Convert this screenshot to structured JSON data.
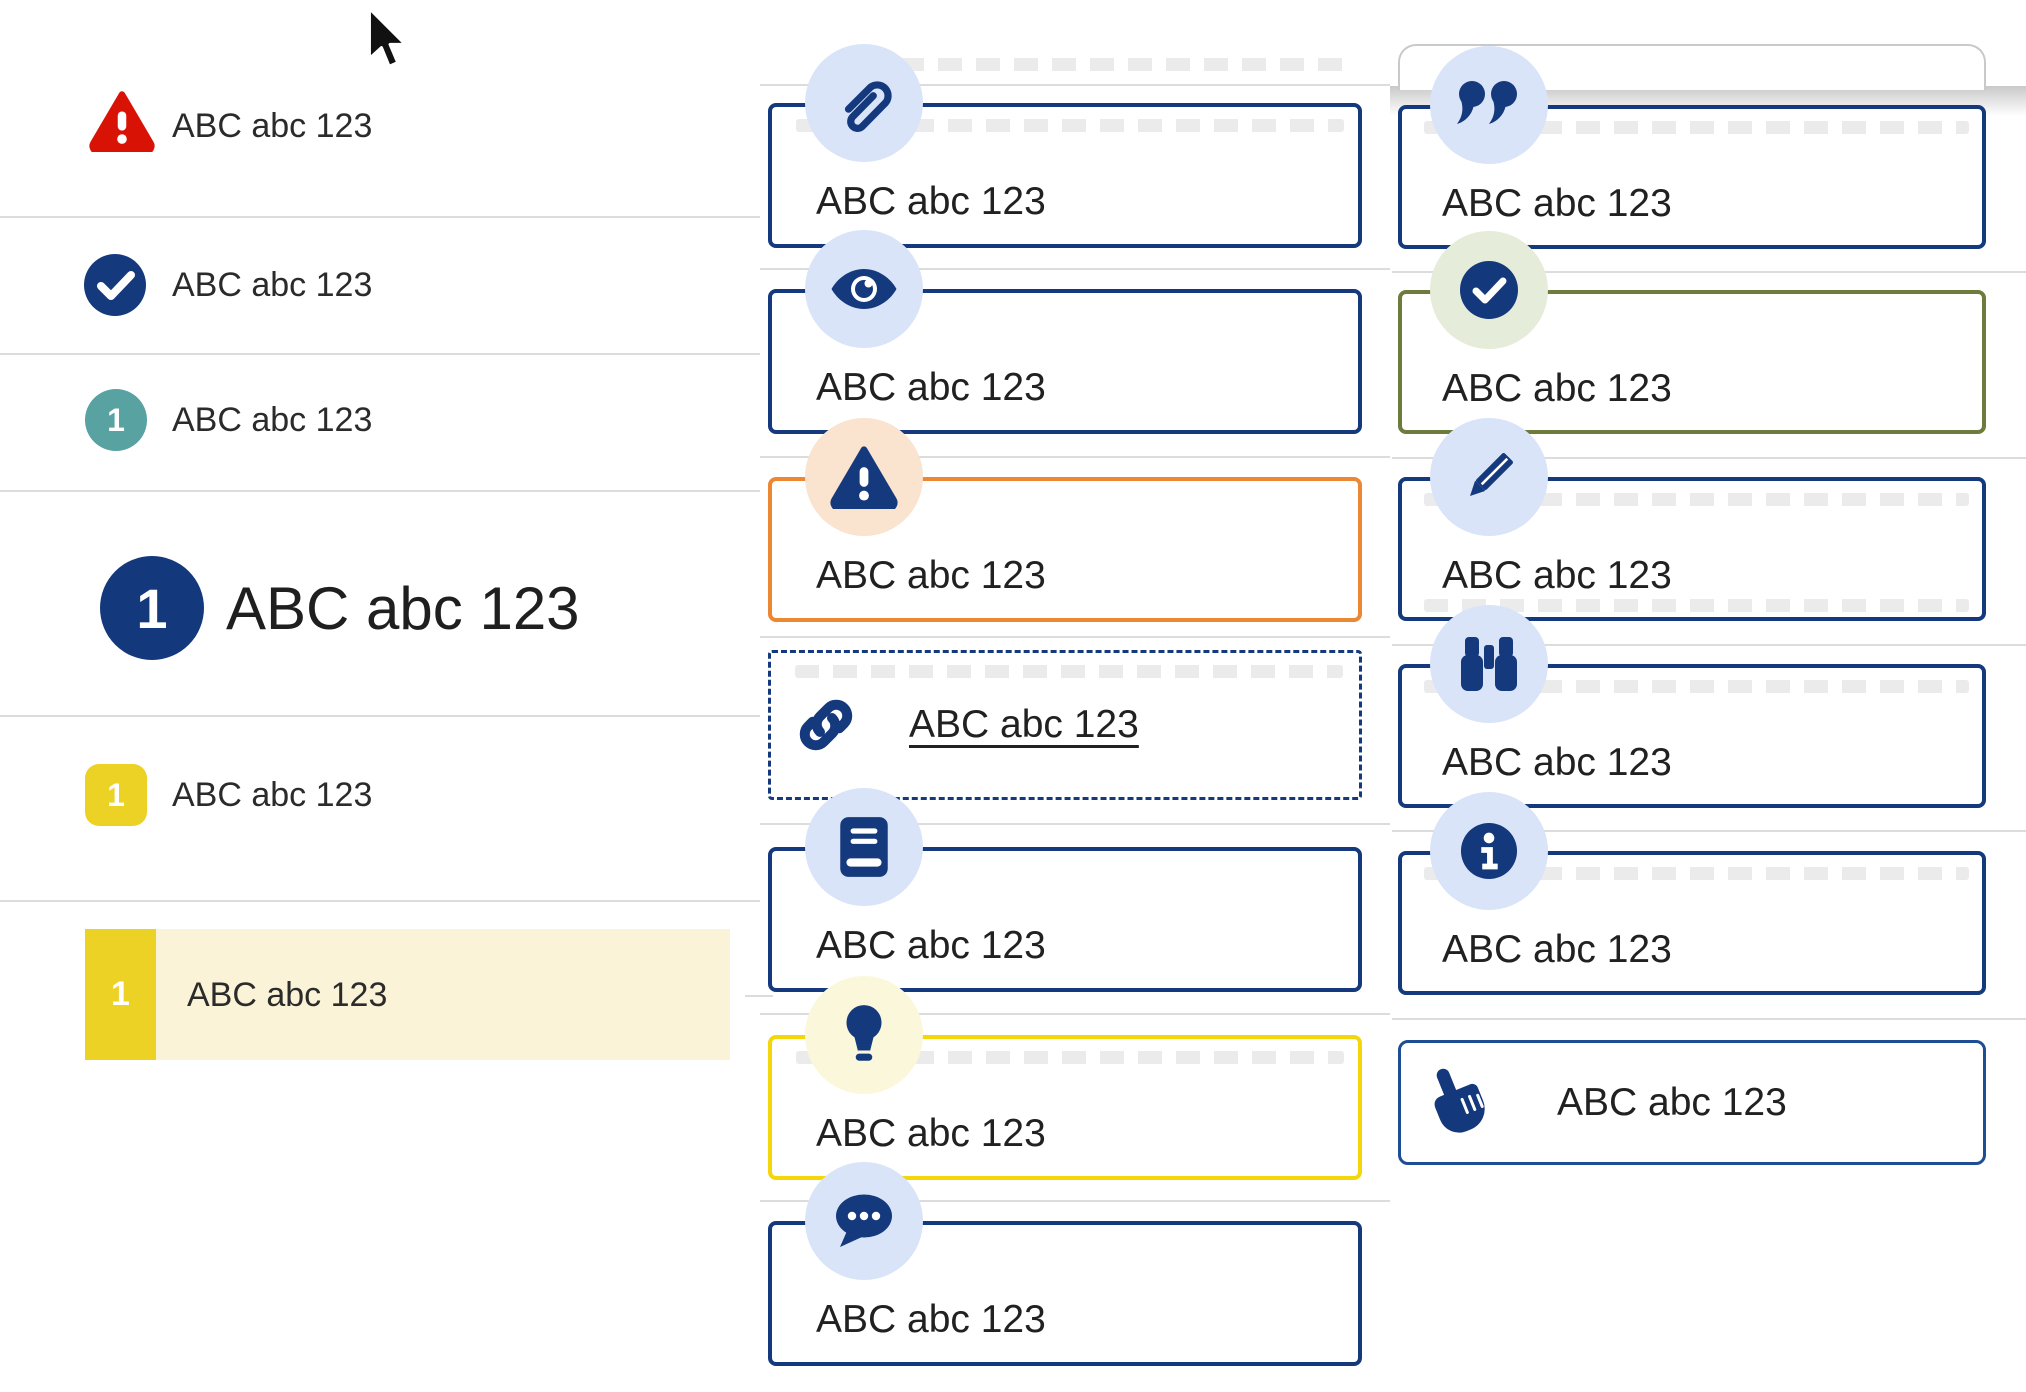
{
  "page": {
    "background": "#ffffff"
  },
  "colors": {
    "navy": "#15397d",
    "pale_blue": "#d9e4f8",
    "red": "#d81204",
    "teal": "#58a2a2",
    "yellow": "#edd226",
    "row_highlight": "#faf3d7",
    "orange": "#ec8733",
    "pale_orange": "#fae3cf",
    "olive": "#6d7b3c",
    "pale_green": "#e5ecd9",
    "bright_yellow": "#f3d70b",
    "pale_yellow": "#fbf7da"
  },
  "left": {
    "items": [
      {
        "icon": "alert-triangle-icon",
        "label": "ABC abc 123"
      },
      {
        "icon": "check-circle-icon",
        "label": "ABC abc 123"
      },
      {
        "icon": "number-badge-teal",
        "number": "1",
        "label": "ABC abc 123"
      },
      {
        "icon": "number-badge-navy-large",
        "number": "1",
        "label": "ABC abc 123"
      },
      {
        "icon": "number-badge-yellow",
        "number": "1",
        "label": "ABC abc 123"
      },
      {
        "icon": "number-badge-yellow",
        "number": "1",
        "label": "ABC abc 123",
        "highlighted": true
      }
    ]
  },
  "middle": {
    "callouts": [
      {
        "icon": "paperclip-icon",
        "variant": "attachment",
        "label": "ABC abc 123"
      },
      {
        "icon": "eye-icon",
        "variant": "visibility",
        "label": "ABC abc 123"
      },
      {
        "icon": "warning-triangle-icon",
        "variant": "warning",
        "label": "ABC abc 123"
      },
      {
        "icon": "link-icon",
        "variant": "link",
        "label": "ABC abc 123"
      },
      {
        "icon": "book-icon",
        "variant": "reference",
        "label": "ABC abc 123"
      },
      {
        "icon": "lightbulb-icon",
        "variant": "tip",
        "label": "ABC abc 123"
      },
      {
        "icon": "speech-bubble-icon",
        "variant": "discussion",
        "label": "ABC abc 123"
      }
    ]
  },
  "right": {
    "callouts": [
      {
        "icon": "quote-icon",
        "variant": "quote",
        "label": "ABC abc 123"
      },
      {
        "icon": "check-solid-icon",
        "variant": "success",
        "label": "ABC abc 123"
      },
      {
        "icon": "pencil-icon",
        "variant": "edit",
        "label": "ABC abc 123"
      },
      {
        "icon": "binoculars-icon",
        "variant": "search",
        "label": "ABC abc 123"
      },
      {
        "icon": "info-icon",
        "variant": "info",
        "label": "ABC abc 123"
      },
      {
        "icon": "hand-pointer-icon",
        "variant": "action",
        "label": "ABC abc 123"
      }
    ]
  }
}
